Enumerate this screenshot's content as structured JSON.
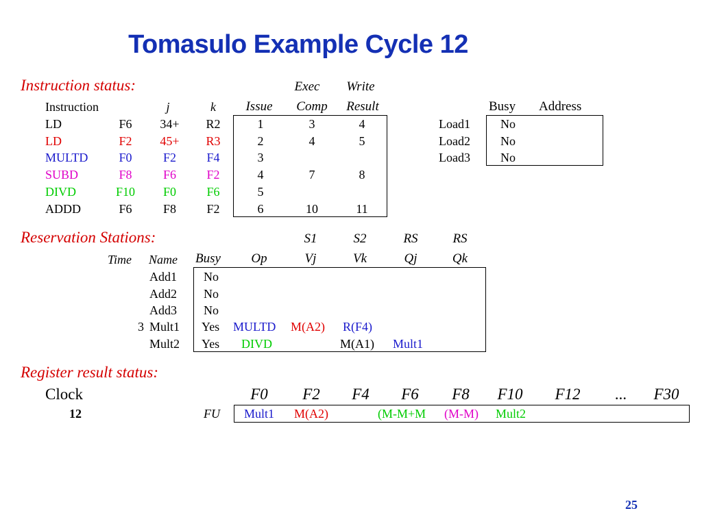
{
  "title": "Tomasulo Example Cycle 12",
  "instruction_status": {
    "label": "Instruction status:",
    "header_top": [
      "Exec",
      "Write"
    ],
    "headers": [
      "Instruction",
      "j",
      "k",
      "Issue",
      "Comp",
      "Result"
    ],
    "rows": [
      {
        "op": "LD",
        "j": "F6",
        "k": "34+",
        "r": "R2",
        "issue": "1",
        "comp": "3",
        "result": "4",
        "color": "black"
      },
      {
        "op": "LD",
        "j": "F2",
        "k": "45+",
        "r": "R3",
        "issue": "2",
        "comp": "4",
        "result": "5",
        "color": "red"
      },
      {
        "op": "MULTD",
        "j": "F0",
        "k": "F2",
        "r": "F4",
        "issue": "3",
        "comp": "",
        "result": "",
        "color": "blue"
      },
      {
        "op": "SUBD",
        "j": "F8",
        "k": "F6",
        "r": "F2",
        "issue": "4",
        "comp": "7",
        "result": "8",
        "color": "magenta"
      },
      {
        "op": "DIVD",
        "j": "F10",
        "k": "F0",
        "r": "F6",
        "issue": "5",
        "comp": "",
        "result": "",
        "color": "green"
      },
      {
        "op": "ADDD",
        "j": "F6",
        "k": "F8",
        "r": "F2",
        "issue": "6",
        "comp": "10",
        "result": "11",
        "color": "black"
      }
    ]
  },
  "load_buffers": {
    "headers": [
      "Busy",
      "Address"
    ],
    "rows": [
      {
        "name": "Load1",
        "busy": "No",
        "address": ""
      },
      {
        "name": "Load2",
        "busy": "No",
        "address": ""
      },
      {
        "name": "Load3",
        "busy": "No",
        "address": ""
      }
    ]
  },
  "reservation_stations": {
    "label": "Reservation Stations:",
    "header_top": [
      "S1",
      "S2",
      "RS",
      "RS"
    ],
    "headers": [
      "Time",
      "Name",
      "Busy",
      "Op",
      "Vj",
      "Vk",
      "Qj",
      "Qk"
    ],
    "rows": [
      {
        "time": "",
        "name": "Add1",
        "busy": "No",
        "op": "",
        "vj": "",
        "vk": "",
        "qj": "",
        "qk": ""
      },
      {
        "time": "",
        "name": "Add2",
        "busy": "No",
        "op": "",
        "vj": "",
        "vk": "",
        "qj": "",
        "qk": ""
      },
      {
        "time": "",
        "name": "Add3",
        "busy": "No",
        "op": "",
        "vj": "",
        "vk": "",
        "qj": "",
        "qk": ""
      },
      {
        "time": "3",
        "name": "Mult1",
        "busy": "Yes",
        "op": "MULTD",
        "vj": "M(A2)",
        "vk": "R(F4)",
        "qj": "",
        "qk": ""
      },
      {
        "time": "",
        "name": "Mult2",
        "busy": "Yes",
        "op": "DIVD",
        "vj": "",
        "vk": "M(A1)",
        "qj": "Mult1",
        "qk": ""
      }
    ]
  },
  "register_status": {
    "label": "Register result status:",
    "clock_label": "Clock",
    "clock_value": "12",
    "fu_label": "FU",
    "registers": [
      "F0",
      "F2",
      "F4",
      "F6",
      "F8",
      "F10",
      "F12",
      "...",
      "F30"
    ],
    "fu_values": [
      "Mult1",
      "M(A2)",
      "",
      "(M-M+M",
      "(M-M)",
      "Mult2",
      "",
      "",
      ""
    ]
  },
  "page_number": "25"
}
